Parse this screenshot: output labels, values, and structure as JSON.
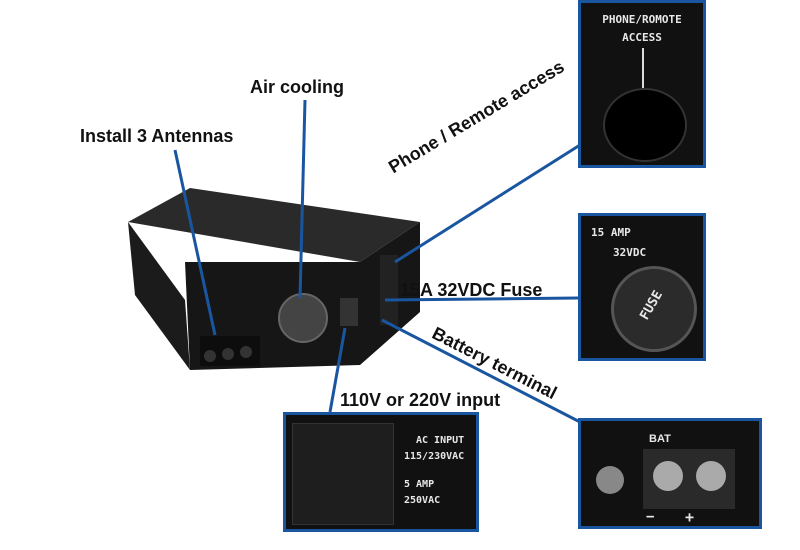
{
  "labels": {
    "antennas": "Install 3 Antennas",
    "air": "Air cooling",
    "phone": "Phone / Remote access",
    "fuse": "15A 32VDC Fuse",
    "battery": "Battery terminal",
    "input": "110V or 220V input"
  },
  "insets": {
    "phone": {
      "line1": "PHONE/ROMOTE",
      "line2": "ACCESS"
    },
    "fuse": {
      "line1": "15 AMP",
      "line2": "32VDC",
      "cap": "FUSE"
    },
    "battery": {
      "label": "BAT",
      "minus": "−",
      "plus": "+"
    },
    "ac": {
      "line1": "AC INPUT",
      "line2": "115/230VAC",
      "line3": "5 AMP",
      "line4": "250VAC"
    }
  },
  "colors": {
    "accent": "#1a56a0"
  }
}
